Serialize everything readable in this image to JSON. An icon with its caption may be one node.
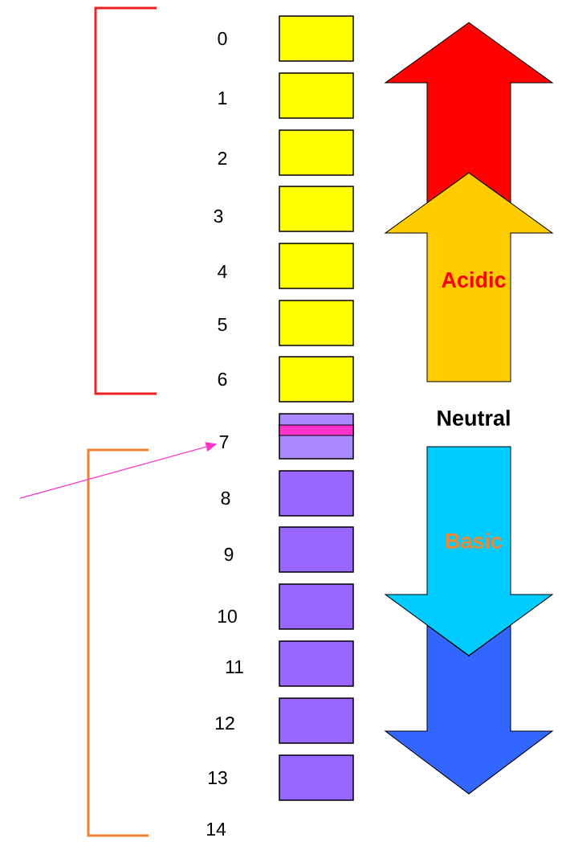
{
  "diagram": {
    "nodes": [
      {
        "text": [],
        "shape": "arrow"
      },
      {
        "text": [
          "Acidic"
        ]
      },
      {
        "text": [
          "7"
        ]
      },
      {
        "text": [
          "Basic"
        ]
      },
      {
        "text": [],
        "shape": "arrow"
      }
    ],
    "edges": [
      {
        "from": null,
        "to": 2,
        "arrow": "to",
        "color": "#ff33cc"
      }
    ],
    "labels": [
      "0",
      "1",
      "2",
      "3",
      "4",
      "5",
      "6",
      "Neutral",
      "8",
      "9",
      "10",
      "11",
      "12",
      "13",
      "14"
    ]
  }
}
